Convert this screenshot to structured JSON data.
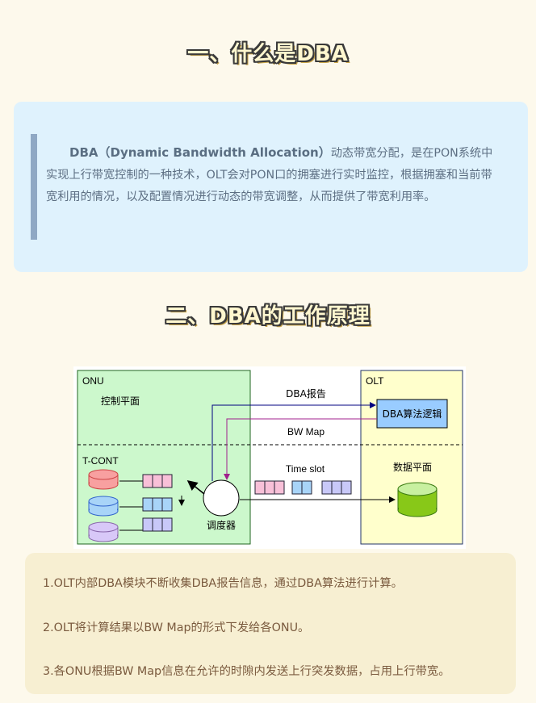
{
  "section1": {
    "title": "一、什么是DBA"
  },
  "intro": {
    "bold": "DBA（Dynamic Bandwidth Allocation）",
    "text": "动态带宽分配，是在PON系统中实现上行带宽控制的一种技术，OLT会对PON口的拥塞进行实时监控，根据拥塞和当前带宽利用的情况，以及配置情况进行动态的带宽调整，从而提供了带宽利用率。"
  },
  "section2": {
    "title": "二、DBA的工作原理"
  },
  "diagram": {
    "onu_label": "ONU",
    "control_plane": "控制平面",
    "tcont_label": "T-CONT",
    "scheduler": "调度器",
    "dba_report": "DBA报告",
    "bw_map": "BW Map",
    "time_slot": "Time slot",
    "olt_label": "OLT",
    "dba_logic": "DBA算法逻辑",
    "data_plane": "数据平面",
    "colors": {
      "onu_bg": "#ccf8cc",
      "olt_bg": "#ffffcc",
      "dba_box": "#99ccff",
      "red": "#f8a0a0",
      "blue": "#a8d4f8",
      "purple": "#d8c8f8",
      "green": "#88c818",
      "report_line": "#000080",
      "bwmap_line": "#a0208c"
    }
  },
  "notes": [
    "1.OLT内部DBA模块不断收集DBA报告信息，通过DBA算法进行计算。",
    "2.OLT将计算结果以BW Map的形式下发给各ONU。",
    "3.各ONU根据BW Map信息在允许的时隙内发送上行突发数据，占用上行带宽。"
  ]
}
